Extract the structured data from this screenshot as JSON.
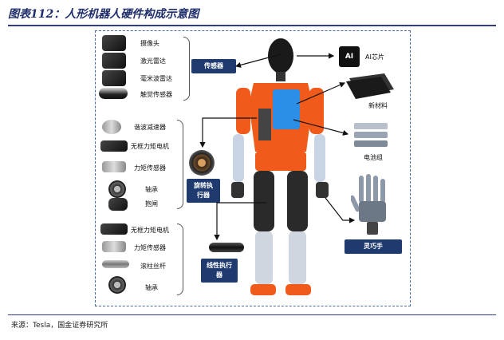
{
  "figure": {
    "title": "图表112：人形机器人硬件构成示意图",
    "source": "来源：Tesla，国金证券研究所"
  },
  "sensor_parts": [
    "摄像头",
    "激光雷达",
    "毫米波雷达",
    "触觉传感器"
  ],
  "rotary_parts": [
    "谐波减速器",
    "无框力矩电机",
    "力矩传感器",
    "轴承",
    "抱闸"
  ],
  "linear_parts": [
    "无框力矩电机",
    "力矩传感器",
    "滚柱丝杆",
    "轴承"
  ],
  "tags": {
    "sensor": "传感器",
    "rotary_actuator": "旋转执\n行器",
    "linear_actuator": "线性执行\n器",
    "dexterous_hand": "灵巧手"
  },
  "components": {
    "ai_chip": "AI芯片",
    "ai_chip_mark": "AI",
    "new_material": "新材料",
    "battery_pack": "电池组"
  },
  "colors": {
    "title": "#1f2e6b",
    "tag_fill": "#1e3a6e",
    "robot_orange": "#f05a1a",
    "robot_blue": "#2b8fe8",
    "frame": "#4a6aa6"
  }
}
